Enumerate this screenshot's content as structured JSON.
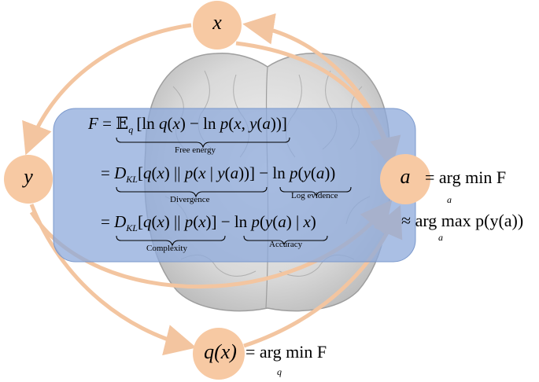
{
  "nodes": {
    "x": "x",
    "y": "y",
    "a": "a",
    "q": "q(x)"
  },
  "equations": {
    "free_energy_label": "Free energy",
    "divergence_label": "Divergence",
    "log_evidence_label": "Log evidence",
    "complexity_label": "Complexity",
    "accuracy_label": "Accuracy"
  },
  "action": {
    "line1_rhs": "= arg min F",
    "line1_sub": "a",
    "line2": "≈ arg max p(y(a))",
    "line2_sub": "a"
  },
  "perception": {
    "rhs": "= arg min F",
    "sub": "q"
  },
  "colors": {
    "node_fill": "#f7c9a3",
    "arrow": "#f3c5a0",
    "panel": "#8eaadb"
  }
}
